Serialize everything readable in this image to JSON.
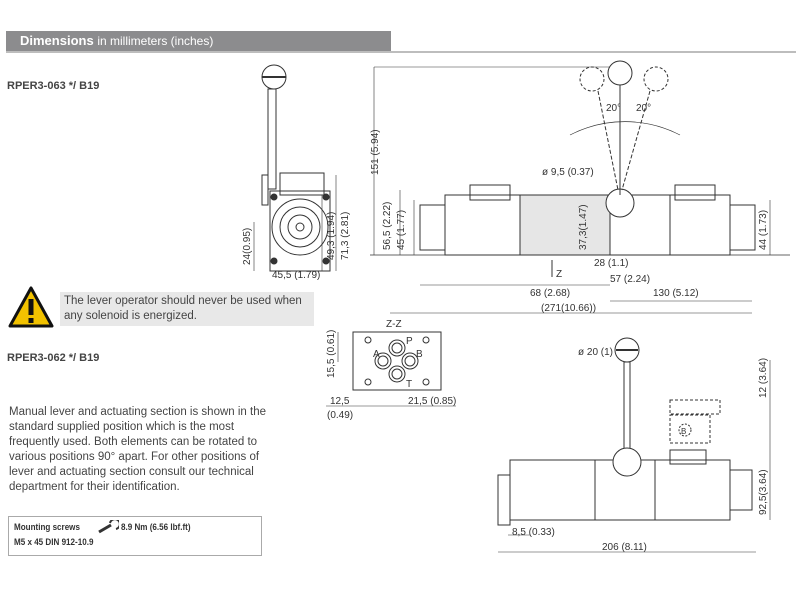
{
  "header": {
    "title_bold": "Dimensions",
    "title_rest": "in millimeters (inches)"
  },
  "models": {
    "top": "RPER3-063 */ B19",
    "bottom": "RPER3-062 */ B19"
  },
  "warning": {
    "icon": "warning-triangle-icon",
    "text": "The lever operator should never be used when any solenoid is energized.",
    "color": "#f2c200"
  },
  "description": "Manual lever and actuating section is shown in the standard supplied position which is the most frequently used. Both elements can be rotated to various positions 90° apart. For other positions of lever and actuating section consult our technical department for their identification.",
  "mounting": {
    "label": "Mounting screws",
    "icon": "wrench-icon",
    "torque": "8.9 Nm (6.56 lbf.ft)",
    "spec": "M5 x 45 DIN 912-10.9"
  },
  "side_view": {
    "dims": [
      "24(0.95)",
      "49,3 (1.94)",
      "71,3 (2.81)",
      "45,5 (1.79)"
    ]
  },
  "front_view": {
    "dims": [
      "151 (5.94)",
      "56,5 (2.22)",
      "45 (1.77)",
      "ø 9,5 (0.37)",
      "37,3(1.47)",
      "28 (1.1)",
      "57 (2.24)",
      "68 (2.68)",
      "130 (5.12)",
      "(271(10.66))",
      "44 (1.73)"
    ],
    "angles": [
      "20°",
      "20°"
    ],
    "section_mark": "Z"
  },
  "port_view": {
    "title": "Z-Z",
    "ports": [
      "P",
      "A",
      "B",
      "T"
    ],
    "dims": [
      "15,5 (0.61)",
      "12,5",
      "(0.49)",
      "21,5 (0.85)"
    ]
  },
  "bottom_view": {
    "dims": [
      "ø 20 (1)",
      "12 (3.64)",
      "92,5(3.64)",
      "8,5 (0.33)",
      "206 (8.11)"
    ],
    "marker": "B"
  }
}
